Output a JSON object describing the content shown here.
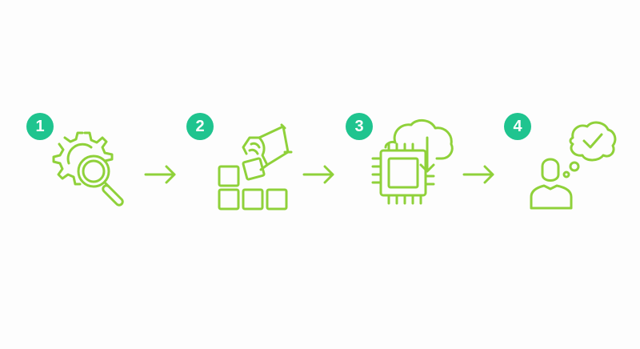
{
  "colors": {
    "badge": "#1fc48f",
    "icon_stroke": "#8fd13a",
    "background": "#fdfdfd"
  },
  "steps": [
    {
      "number": "1",
      "icon": "gear-magnifier-icon"
    },
    {
      "number": "2",
      "icon": "hand-building-blocks-icon"
    },
    {
      "number": "3",
      "icon": "cloud-chip-download-icon"
    },
    {
      "number": "4",
      "icon": "person-thinking-check-icon"
    }
  ],
  "connectors": [
    {
      "icon": "right-arrow-icon"
    },
    {
      "icon": "right-arrow-icon"
    },
    {
      "icon": "right-arrow-icon"
    }
  ]
}
